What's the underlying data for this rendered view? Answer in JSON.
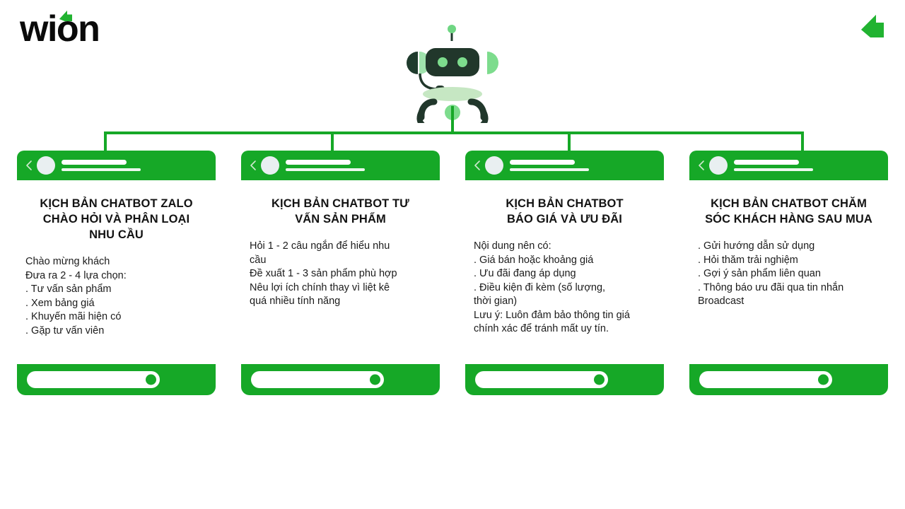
{
  "brand": {
    "wordmark": "wion",
    "logo_arrow_icon": "arrow-up-right-icon",
    "corner_arrow_icon": "arrow-up-right-mark-icon",
    "accent_green": "#16a827",
    "robot_dark_green": "#1f3b2d",
    "robot_light_green": "#7ddc8d",
    "robot_pale_green": "#c3e6c0"
  },
  "mascot": {
    "name": "chatbot-robot-mascot",
    "antenna_icon": "antenna-icon",
    "eye_left_icon": "robot-eye-icon",
    "eye_right_icon": "robot-eye-icon",
    "headset_icon": "headset-mic-icon",
    "arm_left_icon": "robot-arm-icon",
    "arm_right_icon": "robot-arm-icon",
    "chest_button_icon": "chest-button-icon"
  },
  "connector": {
    "name": "tree-connector-lines",
    "color": "#16a827"
  },
  "cards": [
    {
      "id": "card-zalo-greeting",
      "header": {
        "back_icon": "chevron-left-icon",
        "avatar_icon": "avatar-icon",
        "line_a": "",
        "line_b": ""
      },
      "title": "KỊCH BẢN CHATBOT ZALO\nCHÀO HỎI VÀ PHÂN LOẠI\nNHU CẦU",
      "body": "Chào mừng khách\nĐưa ra 2 - 4 lựa chọn:\n. Tư vấn sản phẩm\n. Xem bảng giá\n. Khuyến mãi hiện có\n. Gặp tư vấn viên",
      "footer": {
        "input_placeholder": "",
        "send_icon": "send-button-icon"
      }
    },
    {
      "id": "card-product-consulting",
      "header": {
        "back_icon": "chevron-left-icon",
        "avatar_icon": "avatar-icon",
        "line_a": "",
        "line_b": ""
      },
      "title": "KỊCH BẢN CHATBOT TƯ\nVẤN SẢN PHẨM",
      "body": "Hỏi 1 - 2 câu ngắn để hiểu nhu\ncầu\nĐề xuất 1 - 3 sản phẩm phù hợp\nNêu lợi ích chính thay vì liệt kê\nquá nhiều tính năng",
      "footer": {
        "input_placeholder": "",
        "send_icon": "send-button-icon"
      }
    },
    {
      "id": "card-pricing-promotion",
      "header": {
        "back_icon": "chevron-left-icon",
        "avatar_icon": "avatar-icon",
        "line_a": "",
        "line_b": ""
      },
      "title": "KỊCH BẢN CHATBOT\nBÁO GIÁ VÀ ƯU ĐÃI",
      "body": "Nội dung nên có:\n. Giá bán hoặc khoảng giá\n. Ưu đãi đang áp dụng\n. Điều kiện đi kèm (số lượng,\n  thời gian)\nLưu ý: Luôn đảm bảo thông tin giá\nchính xác để tránh mất uy tín.",
      "footer": {
        "input_placeholder": "",
        "send_icon": "send-button-icon"
      }
    },
    {
      "id": "card-after-sales-care",
      "header": {
        "back_icon": "chevron-left-icon",
        "avatar_icon": "avatar-icon",
        "line_a": "",
        "line_b": ""
      },
      "title": "KỊCH BẢN CHATBOT CHĂM\nSÓC KHÁCH HÀNG SAU MUA",
      "body": ". Gửi hướng dẫn sử dụng\n. Hỏi thăm trải nghiệm\n. Gợi ý sản phẩm liên quan\n. Thông báo ưu đãi qua tin nhắn\nBroadcast",
      "footer": {
        "input_placeholder": "",
        "send_icon": "send-button-icon"
      }
    }
  ]
}
